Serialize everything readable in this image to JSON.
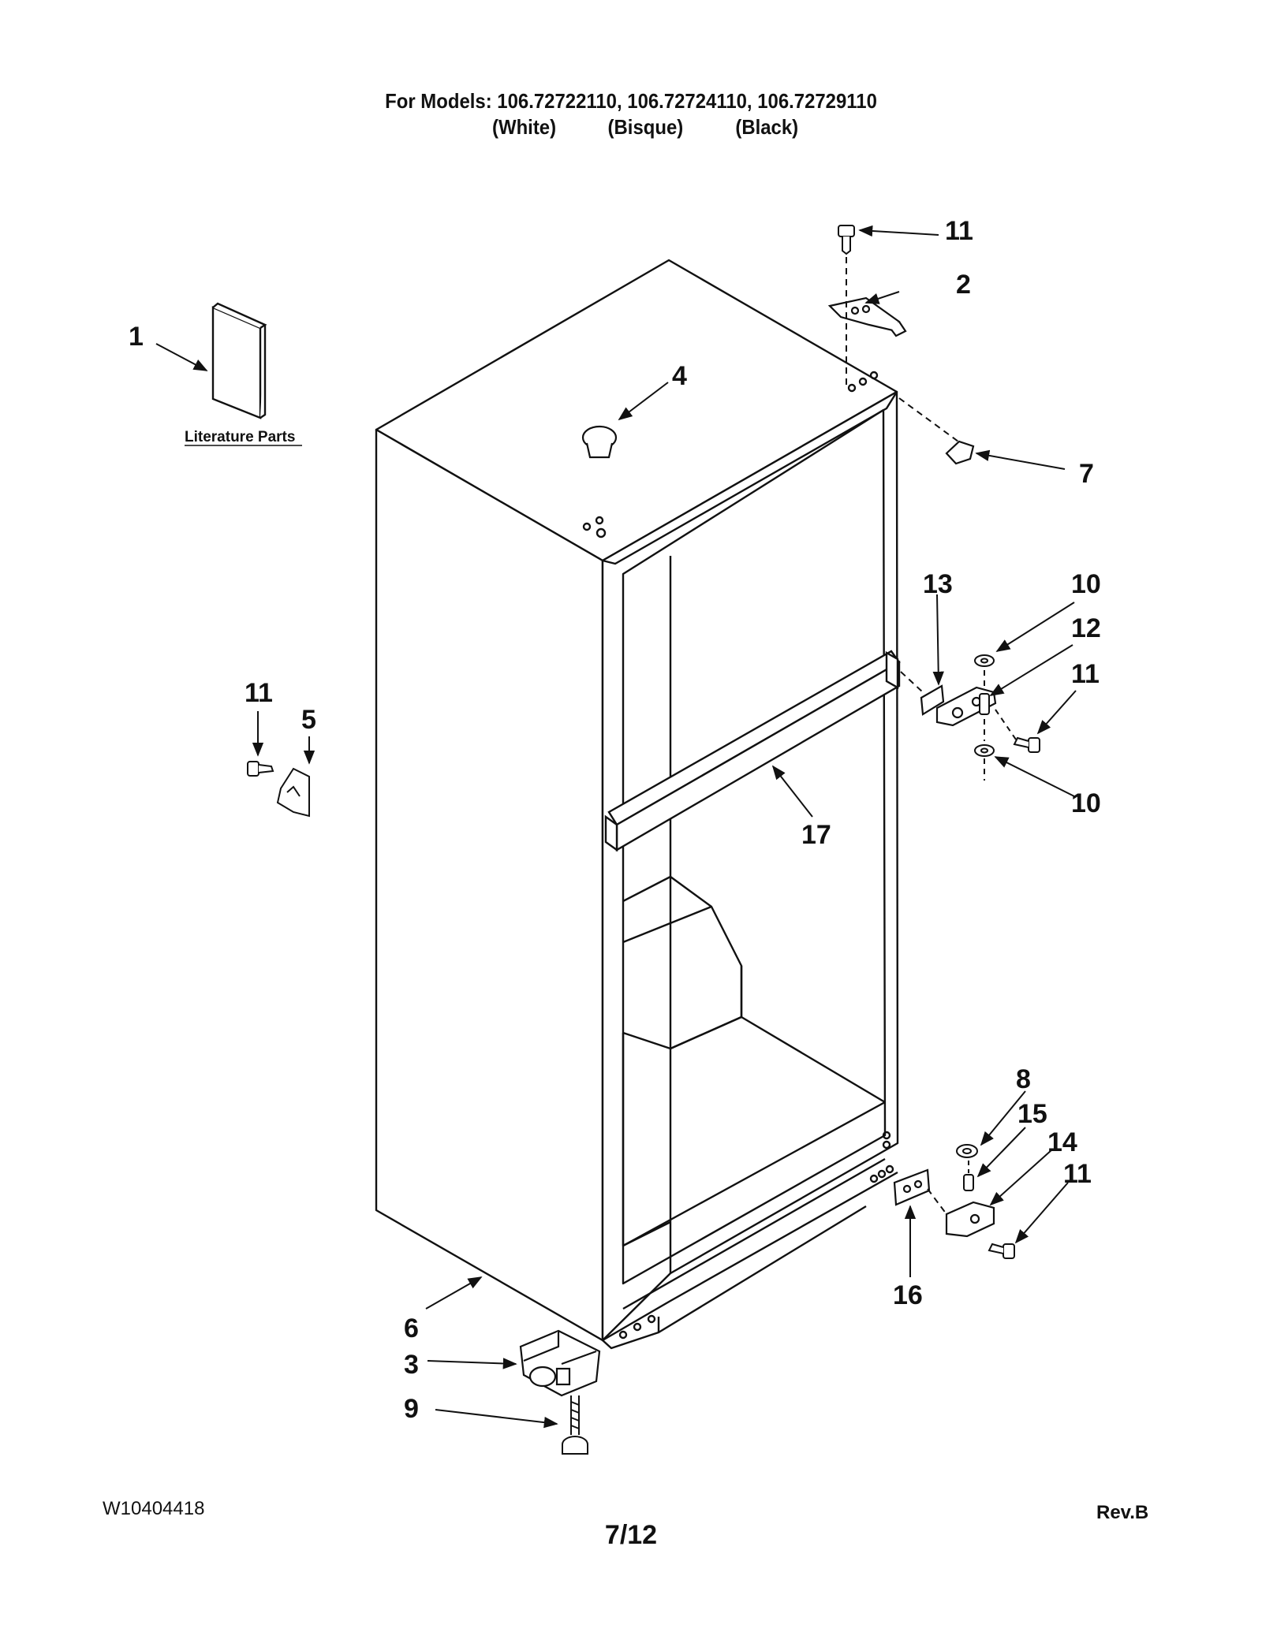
{
  "header": {
    "models_line": "For Models: 106.72722110, 106.72724110, 106.72729110",
    "colors": [
      "(White)",
      "(Bisque)",
      "(Black)"
    ]
  },
  "literature_label": "Literature Parts",
  "callouts": {
    "c1": "1",
    "c2": "2",
    "c3": "3",
    "c4": "4",
    "c5": "5",
    "c6": "6",
    "c7": "7",
    "c8": "8",
    "c9": "9",
    "c10a": "10",
    "c10b": "10",
    "c11a": "11",
    "c11b": "11",
    "c11c": "11",
    "c11d": "11",
    "c12": "12",
    "c13": "13",
    "c14": "14",
    "c15": "15",
    "c16": "16",
    "c17": "17"
  },
  "footer": {
    "doc_number": "W10404418",
    "page": "7/12",
    "revision": "Rev.B"
  }
}
